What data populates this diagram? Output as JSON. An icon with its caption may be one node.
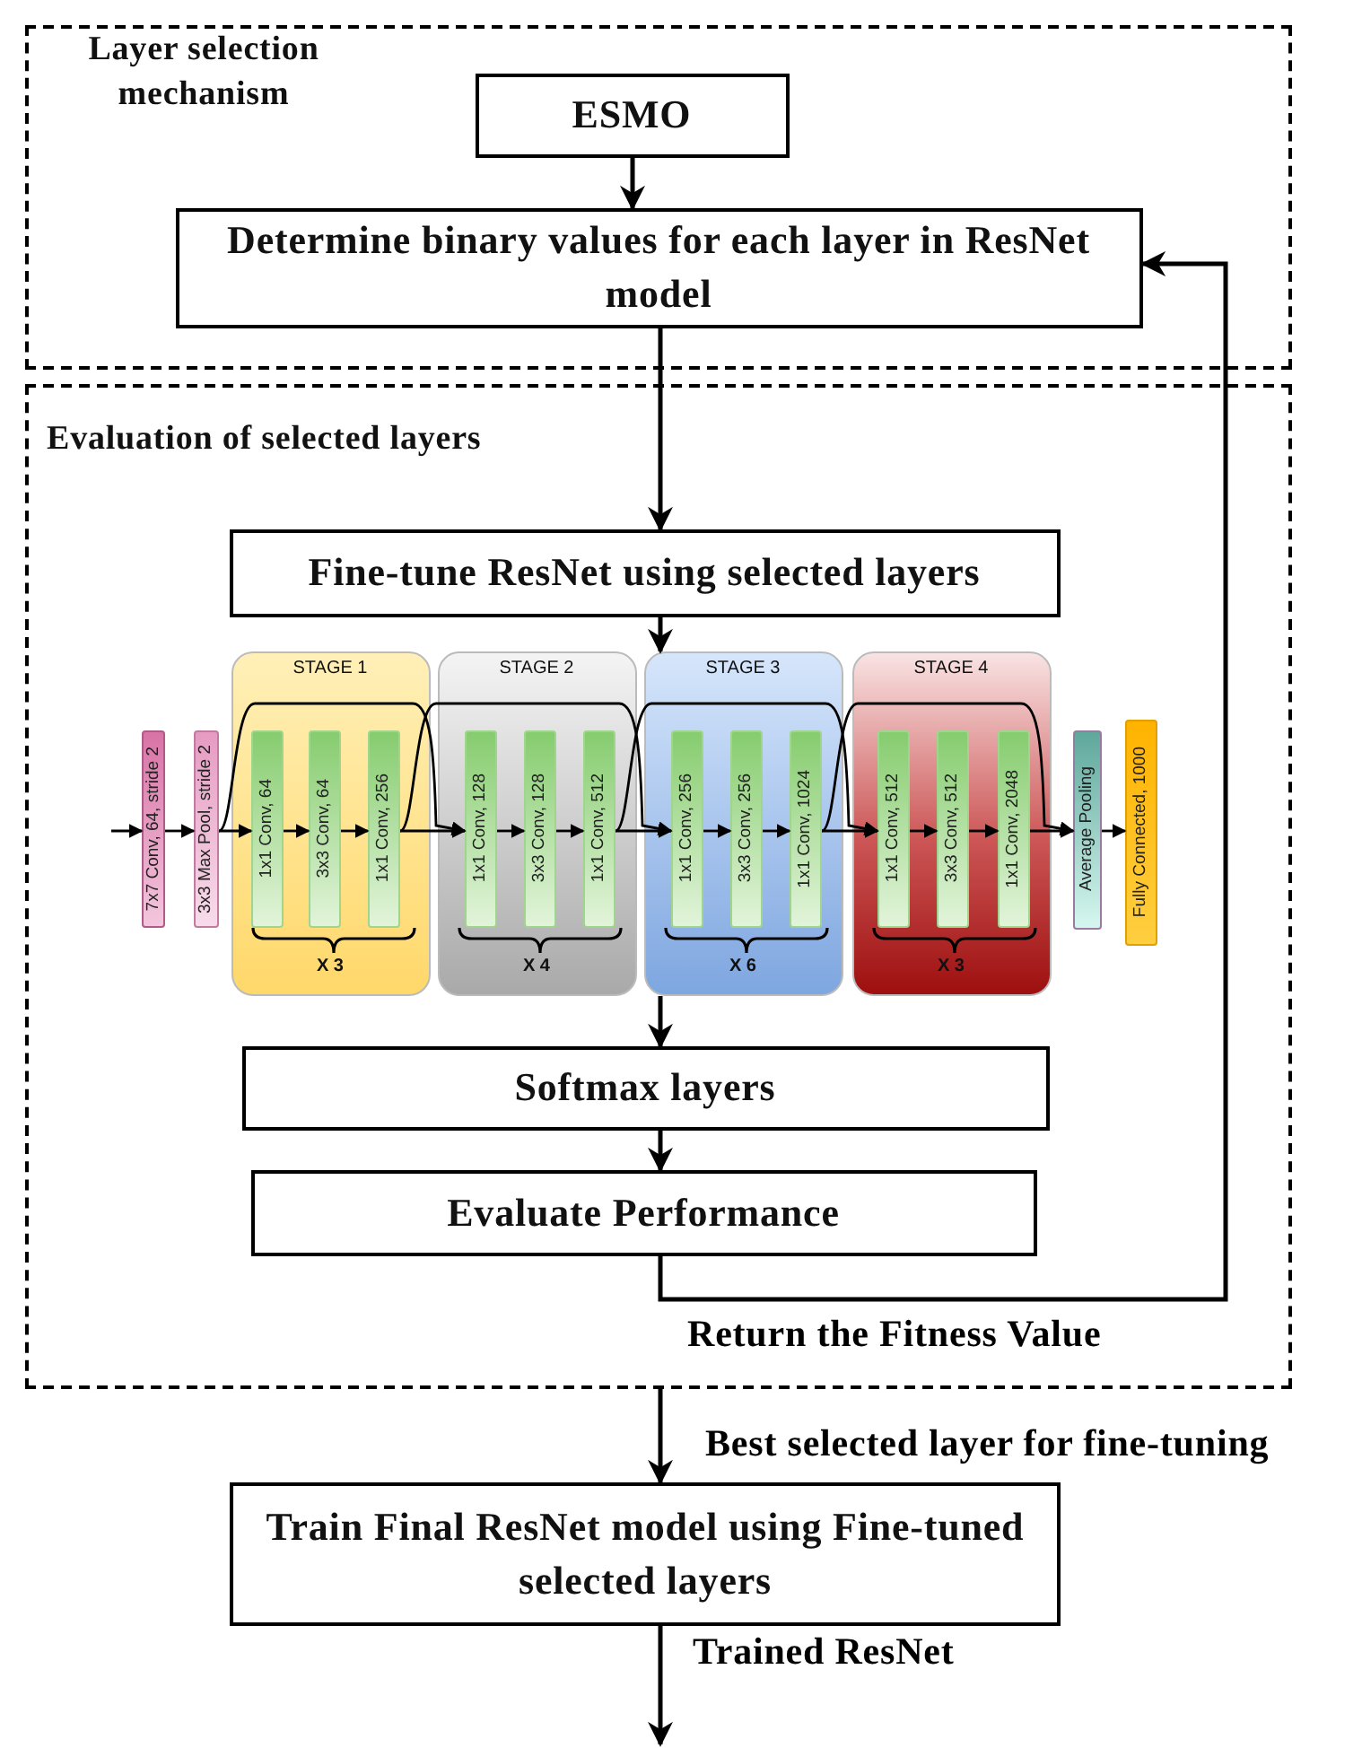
{
  "diagram": {
    "nodes": [
      {
        "text": [
          "Layer selection mechanism"
        ]
      },
      {
        "text": [
          "ESMO"
        ],
        "in": 0
      },
      {
        "text": [
          "Determine binary values for each layer in ResNet model"
        ],
        "in": 0
      },
      {
        "text": [
          "Evaluation of selected layers"
        ]
      },
      {
        "text": [
          "Fine-tune ResNet using selected layers"
        ],
        "in": 3
      },
      {
        "text": [
          "7x7 Conv, 64, stride 2"
        ],
        "in": 3
      },
      {
        "text": [
          "3x3 Max Pool, stride 2"
        ],
        "in": 3
      },
      {
        "text": [
          "STAGE 1",
          "X 3"
        ],
        "in": 3
      },
      {
        "text": [
          "1x1 Conv, 64"
        ],
        "in": 7
      },
      {
        "text": [
          "3x3 Conv, 64"
        ],
        "in": 7
      },
      {
        "text": [
          "1x1 Conv, 256"
        ],
        "in": 7
      },
      {
        "text": [
          "STAGE 2",
          "X 4"
        ],
        "in": 3
      },
      {
        "text": [
          "1x1 Conv, 128"
        ],
        "in": 11
      },
      {
        "text": [
          "3x3 Conv, 128"
        ],
        "in": 11
      },
      {
        "text": [
          "1x1 Conv, 512"
        ],
        "in": 11
      },
      {
        "text": [
          "STAGE 3",
          "X 6"
        ],
        "in": 3
      },
      {
        "text": [
          "1x1 Conv, 256"
        ],
        "in": 15
      },
      {
        "text": [
          "3x3 Conv, 256"
        ],
        "in": 15
      },
      {
        "text": [
          "1x1 Conv, 1024"
        ],
        "in": 15
      },
      {
        "text": [
          "STAGE 4",
          "X 3"
        ],
        "in": 3
      },
      {
        "text": [
          "1x1 Conv, 512"
        ],
        "in": 19
      },
      {
        "text": [
          "3x3 Conv, 512"
        ],
        "in": 19
      },
      {
        "text": [
          "1x1 Conv, 2048"
        ],
        "in": 19
      },
      {
        "text": [
          "Average Pooling"
        ],
        "in": 3
      },
      {
        "text": [
          "Fully Connected, 1000"
        ],
        "in": 3
      },
      {
        "text": [
          "Softmax layers"
        ],
        "in": 3
      },
      {
        "text": [
          "Evaluate Performance"
        ],
        "in": 3
      },
      {
        "text": [
          "Train Final ResNet model using Fine-tuned selected layers"
        ]
      }
    ],
    "edges": [
      {
        "from": 1,
        "to": 2,
        "arrow": "to"
      },
      {
        "from": 2,
        "to": 4,
        "arrow": "to"
      },
      {
        "from": 4,
        "to": 15,
        "arrow": "to"
      },
      {
        "from": null,
        "to": 5,
        "arrow": "to"
      },
      {
        "from": 5,
        "to": 6,
        "arrow": "to"
      },
      {
        "from": 6,
        "to": 8,
        "arrow": "to"
      },
      {
        "from": 8,
        "to": 9,
        "arrow": "to"
      },
      {
        "from": 9,
        "to": 10,
        "arrow": "to"
      },
      {
        "from": 10,
        "to": 12,
        "arrow": "to"
      },
      {
        "from": 12,
        "to": 13,
        "arrow": "to"
      },
      {
        "from": 13,
        "to": 14,
        "arrow": "to"
      },
      {
        "from": 14,
        "to": 16,
        "arrow": "to"
      },
      {
        "from": 16,
        "to": 17,
        "arrow": "to"
      },
      {
        "from": 17,
        "to": 18,
        "arrow": "to"
      },
      {
        "from": 18,
        "to": 20,
        "arrow": "to"
      },
      {
        "from": 20,
        "to": 21,
        "arrow": "to"
      },
      {
        "from": 21,
        "to": 22,
        "arrow": "to"
      },
      {
        "from": 22,
        "to": 23,
        "arrow": "to"
      },
      {
        "from": 23,
        "to": 24,
        "arrow": "to"
      },
      {
        "from": 6,
        "to": 12,
        "arrow": "to"
      },
      {
        "from": 10,
        "to": 16,
        "arrow": "to"
      },
      {
        "from": 14,
        "to": 20,
        "arrow": "to"
      },
      {
        "from": 18,
        "to": 23,
        "arrow": "to"
      },
      {
        "from": 15,
        "to": 25,
        "arrow": "to"
      },
      {
        "from": 25,
        "to": 26,
        "arrow": "to"
      },
      {
        "from": 26,
        "to": 2,
        "label": "Return the Fitness Value",
        "arrow": "to"
      },
      {
        "from": 3,
        "to": 27,
        "label": "Best selected layer for fine-tuning",
        "arrow": "to"
      },
      {
        "from": 27,
        "to": null,
        "label": "Trained ResNet",
        "arrow": "to"
      }
    ]
  }
}
